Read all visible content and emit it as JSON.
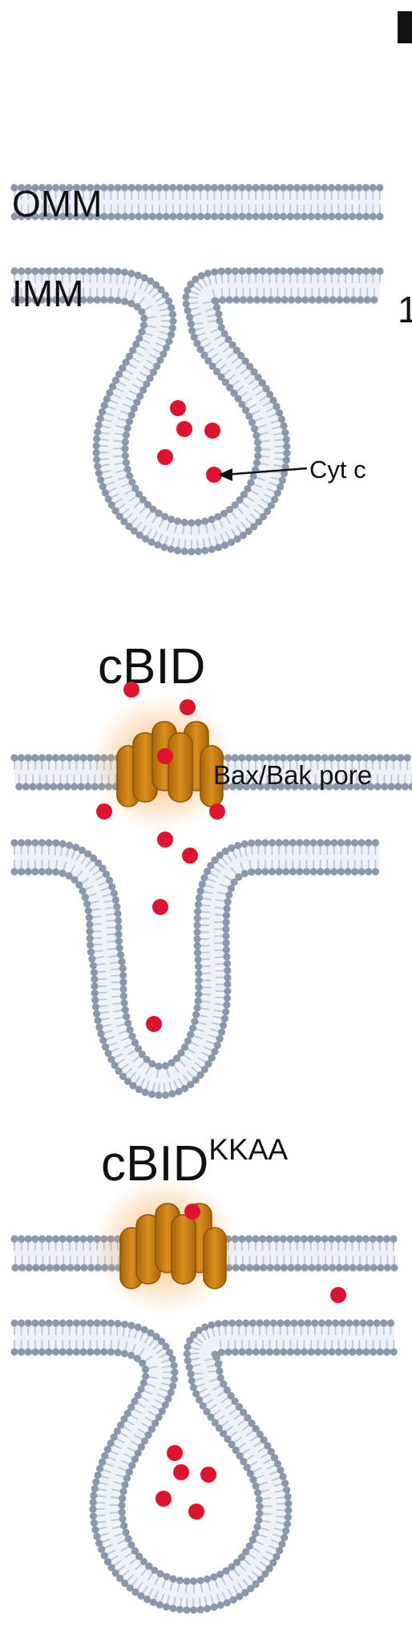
{
  "panel": {
    "corner_mark": "I",
    "side_digit": "1"
  },
  "labels": {
    "omm": "OMM",
    "imm": "IMM",
    "cyt_c": "Cyt c",
    "cbid": "cBID",
    "cbid_mutant_base": "cBID",
    "cbid_mutant_sup": "KKAA",
    "pore": "Bax/Bak pore"
  },
  "colors": {
    "head": "#8b97ab",
    "tail": "#b9c6dc",
    "cyt_c": "#e0132f",
    "pore_body": "#c97f12",
    "pore_glow": "#f7a646",
    "text": "#111111"
  },
  "panels": [
    {
      "name": "baseline",
      "pore": false,
      "crista": "narrow-neck"
    },
    {
      "name": "cbid",
      "pore": true,
      "crista": "wide-neck"
    },
    {
      "name": "cbid-kkaa",
      "pore": true,
      "crista": "narrow-neck"
    }
  ]
}
